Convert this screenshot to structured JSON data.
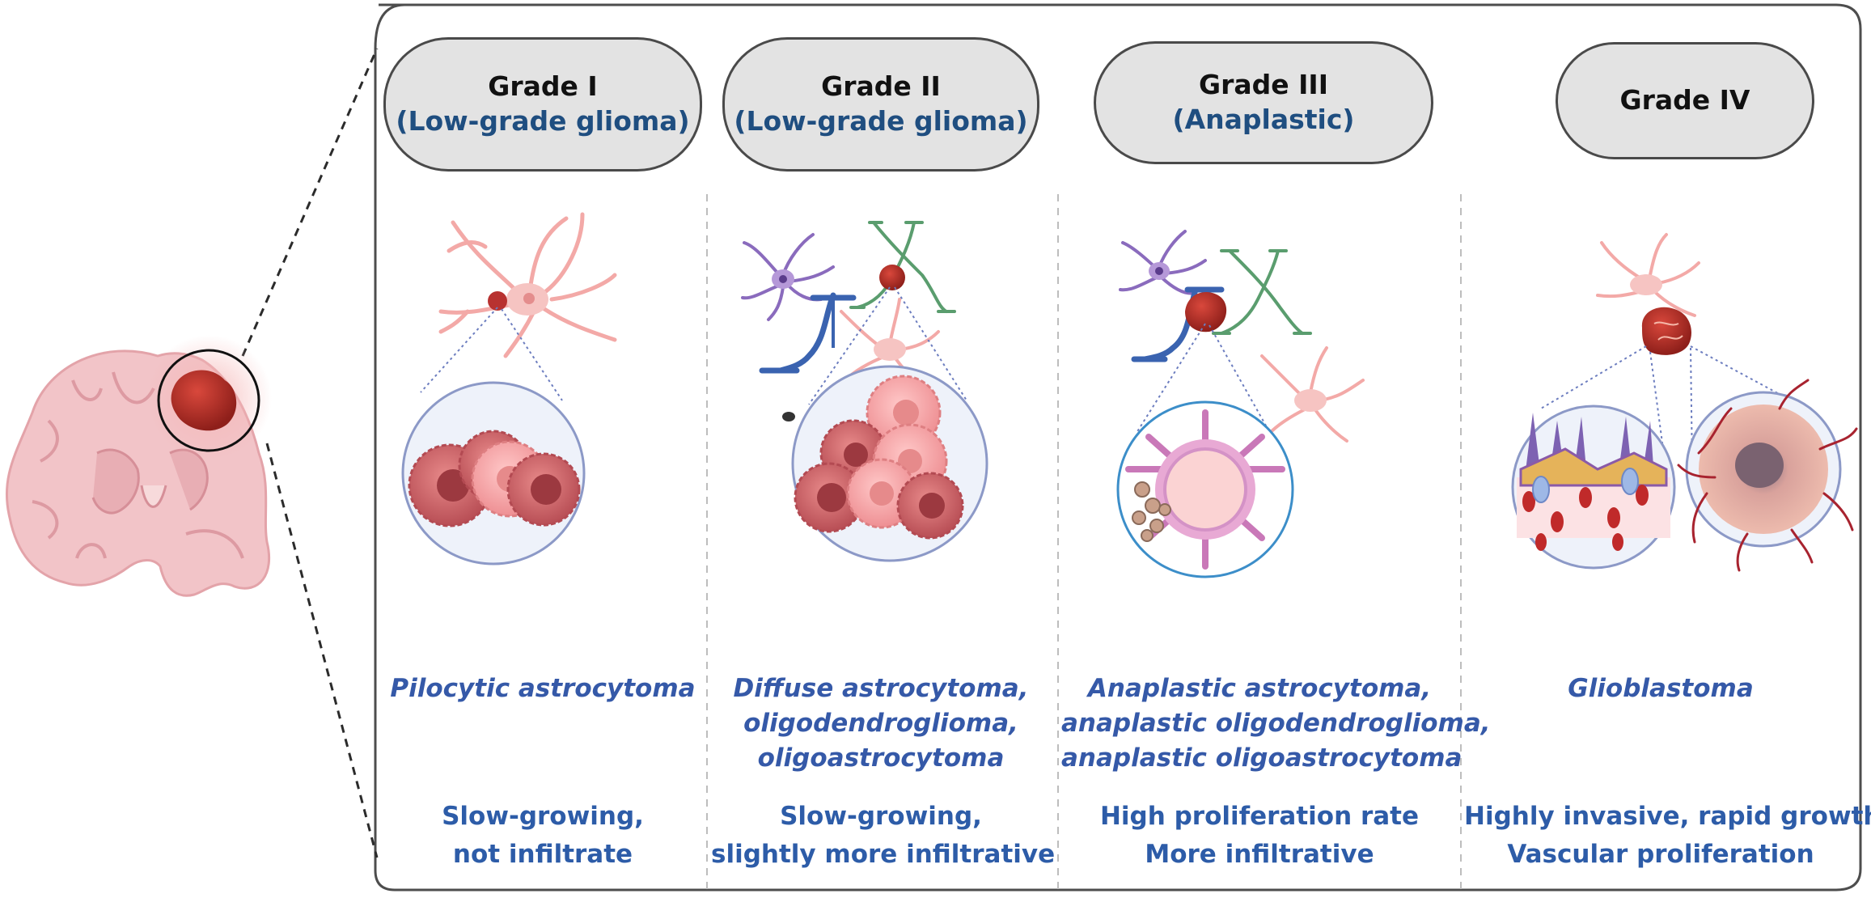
{
  "grades": [
    {
      "grade": "Grade I",
      "subtitle": "(Low-grade glioma)",
      "tumor_types": [
        "Pilocytic astrocytoma"
      ],
      "properties": [
        "Slow-growing,",
        "not infiltrate"
      ]
    },
    {
      "grade": "Grade II",
      "subtitle": "(Low-grade glioma)",
      "tumor_types": [
        "Diffuse astrocytoma,",
        "oligodendroglioma,",
        "oligoastrocytoma"
      ],
      "properties": [
        "Slow-growing,",
        "slightly more infiltrative"
      ]
    },
    {
      "grade": "Grade III",
      "subtitle": "(Anaplastic)",
      "tumor_types": [
        "Anaplastic astrocytoma,",
        "anaplastic oligodendroglioma,",
        "anaplastic oligoastrocytoma"
      ],
      "properties": [
        "High proliferation rate",
        "More infiltrative"
      ]
    },
    {
      "grade": "Grade IV",
      "subtitle": "",
      "tumor_types": [
        "Glioblastoma"
      ],
      "properties": [
        "Highly invasive, rapid growth",
        "Vascular proliferation"
      ]
    }
  ],
  "colors": {
    "pill_fill": "#e3e3e3",
    "grade_text": "#111111",
    "subtitle_text": "#1f4e80",
    "tumor_type_text": "#3559a8",
    "property_text": "#2d5ca8",
    "tumor": "#c0392b",
    "brain": "#f2c4c8"
  }
}
